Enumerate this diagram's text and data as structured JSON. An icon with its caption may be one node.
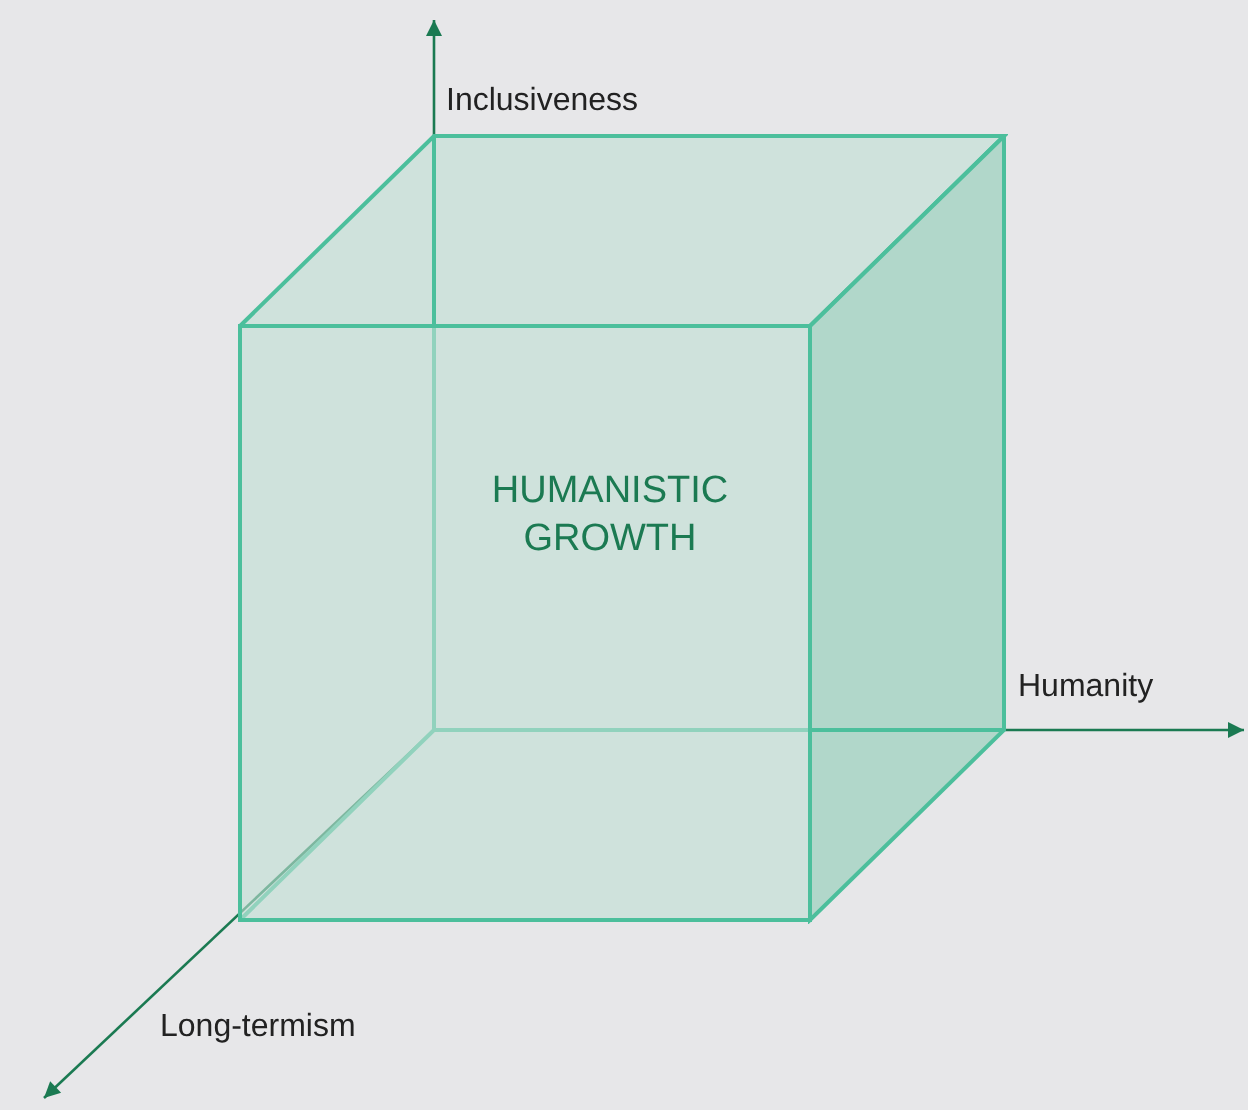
{
  "diagram": {
    "nodes": [
      {
        "text": [
          "HUMANISTIC GROWTH"
        ]
      }
    ],
    "labels": [
      "Inclusiveness",
      "Humanity",
      "Long-termism"
    ]
  }
}
